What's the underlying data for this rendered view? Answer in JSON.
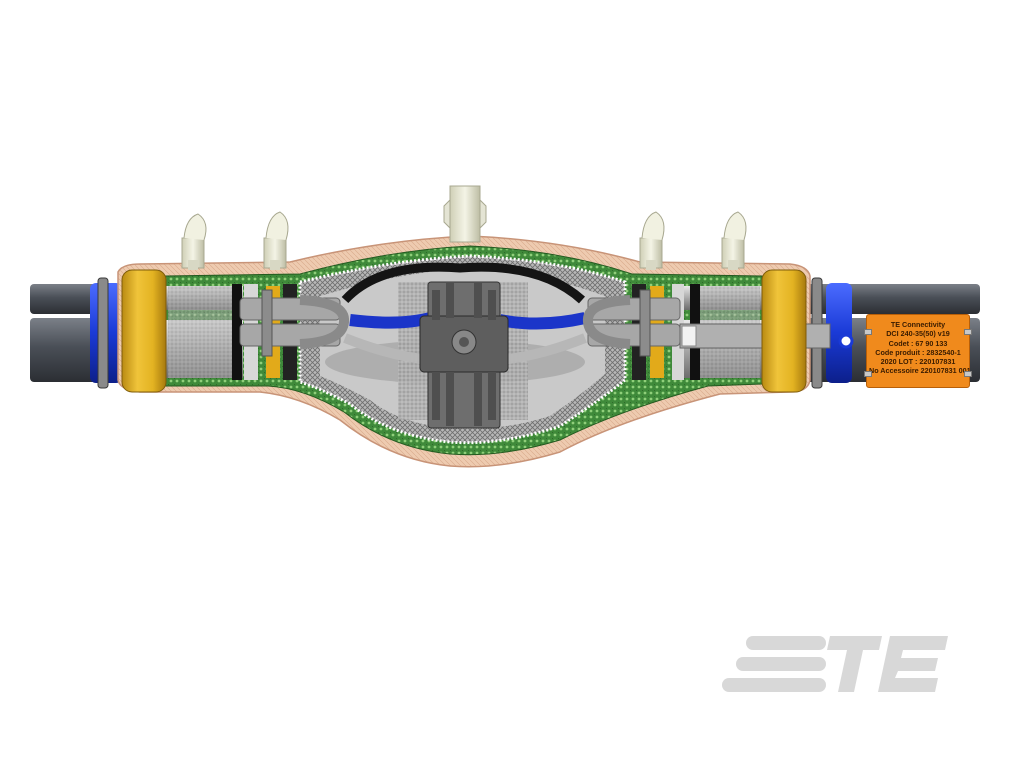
{
  "label_tag": {
    "lines": [
      "TE Connectivity",
      "DCI 240-35(50) v19",
      "Codet : 67 90 133",
      "Code produit : 2832540-1",
      "2020 LOT : 220107831",
      "No Accessoire 220107831 001"
    ]
  },
  "logo": {
    "text": "TE",
    "color": "#d8d8d8"
  },
  "colors": {
    "cable": "#4a4f57",
    "tape_blue": "#1a3ad6",
    "yellow_sleeve": "#e3b322",
    "outer_sleeve": "#eecbb0",
    "mesh_green": "#3f8a3a",
    "label_orange": "#f08a1c"
  },
  "icons": [
    "valve-icon",
    "connector-icon",
    "logo-icon"
  ]
}
